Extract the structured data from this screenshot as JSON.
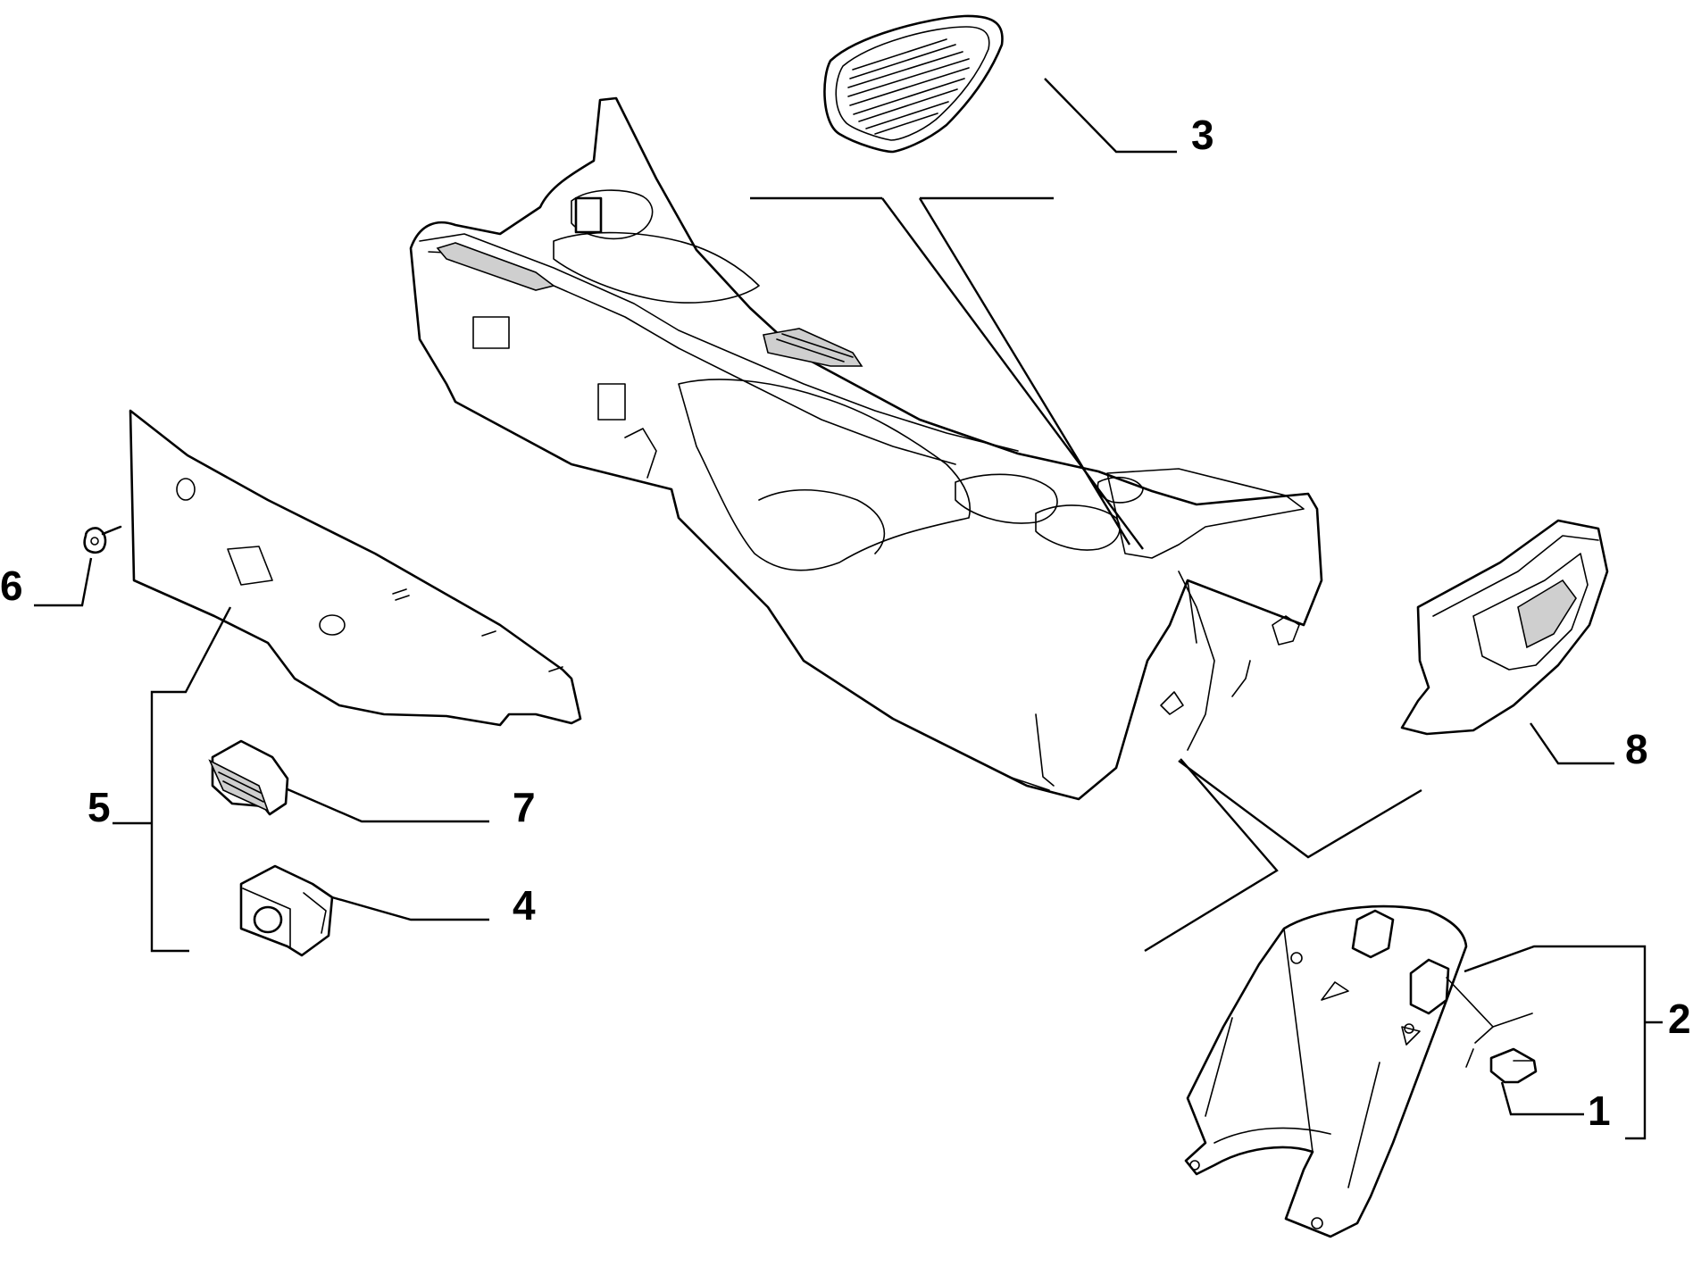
{
  "callouts": [
    {
      "id": "1",
      "label": "1"
    },
    {
      "id": "2",
      "label": "2"
    },
    {
      "id": "3",
      "label": "3"
    },
    {
      "id": "4",
      "label": "4"
    },
    {
      "id": "5",
      "label": "5"
    },
    {
      "id": "6",
      "label": "6"
    },
    {
      "id": "7",
      "label": "7"
    },
    {
      "id": "8",
      "label": "8"
    }
  ],
  "parts": {
    "console": "center-console",
    "mat": "ribbed-mat",
    "side_panel": "side-panel",
    "screw": "screw",
    "switch_rect": "switch-insert",
    "socket_round": "socket-insert",
    "cupholder": "rear-cupholder",
    "rear_cover": "rear-cover",
    "clip": "clip"
  },
  "colors": {
    "line": "#000000",
    "background": "#ffffff"
  }
}
